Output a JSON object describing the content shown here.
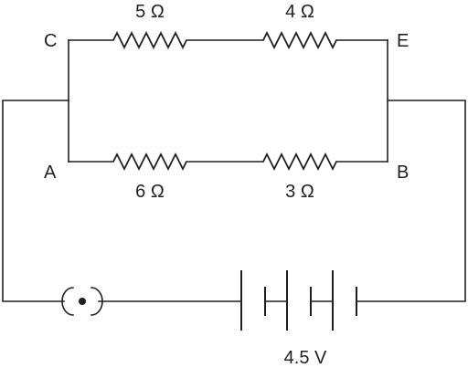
{
  "diagram": {
    "nodes": {
      "c": "C",
      "e": "E",
      "a": "A",
      "b": "B"
    },
    "resistors": {
      "top_left": "5 Ω",
      "top_right": "4 Ω",
      "bottom_left": "6 Ω",
      "bottom_right": "3 Ω"
    },
    "battery_voltage": "4.5 V",
    "colors": {
      "ink": "#231f20",
      "background": "#ffffff"
    },
    "symbols": [
      "resistor-symbol",
      "battery-symbol",
      "key-symbol"
    ]
  }
}
